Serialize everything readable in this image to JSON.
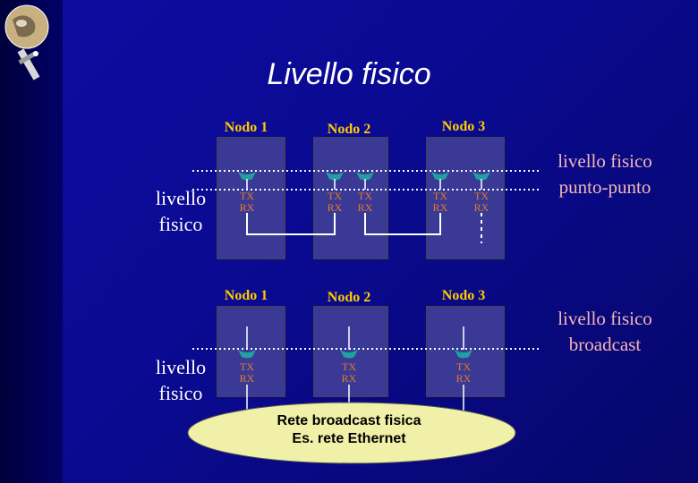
{
  "slide": {
    "title": "Livello fisico",
    "top_section": {
      "left_label": "livello fisico",
      "right_label": "livello fisico punto-punto",
      "nodes": [
        "Nodo 1",
        "Nodo 2",
        "Nodo 3"
      ]
    },
    "bottom_section": {
      "left_label": "livello fisico",
      "right_label": "livello fisico broadcast",
      "nodes": [
        "Nodo 1",
        "Nodo 2",
        "Nodo 3"
      ],
      "network_label_line1": "Rete broadcast fisica",
      "network_label_line2": "Es. rete Ethernet"
    },
    "port": {
      "tx": "TX",
      "rx": "RX"
    },
    "colors": {
      "background": "#0a0a8c",
      "node_label": "#ffcc00",
      "port_text": "#e87820",
      "connector": "#20a0a0",
      "ellipse": "#f0f0a8",
      "right_label": "#f4b6b6"
    }
  }
}
